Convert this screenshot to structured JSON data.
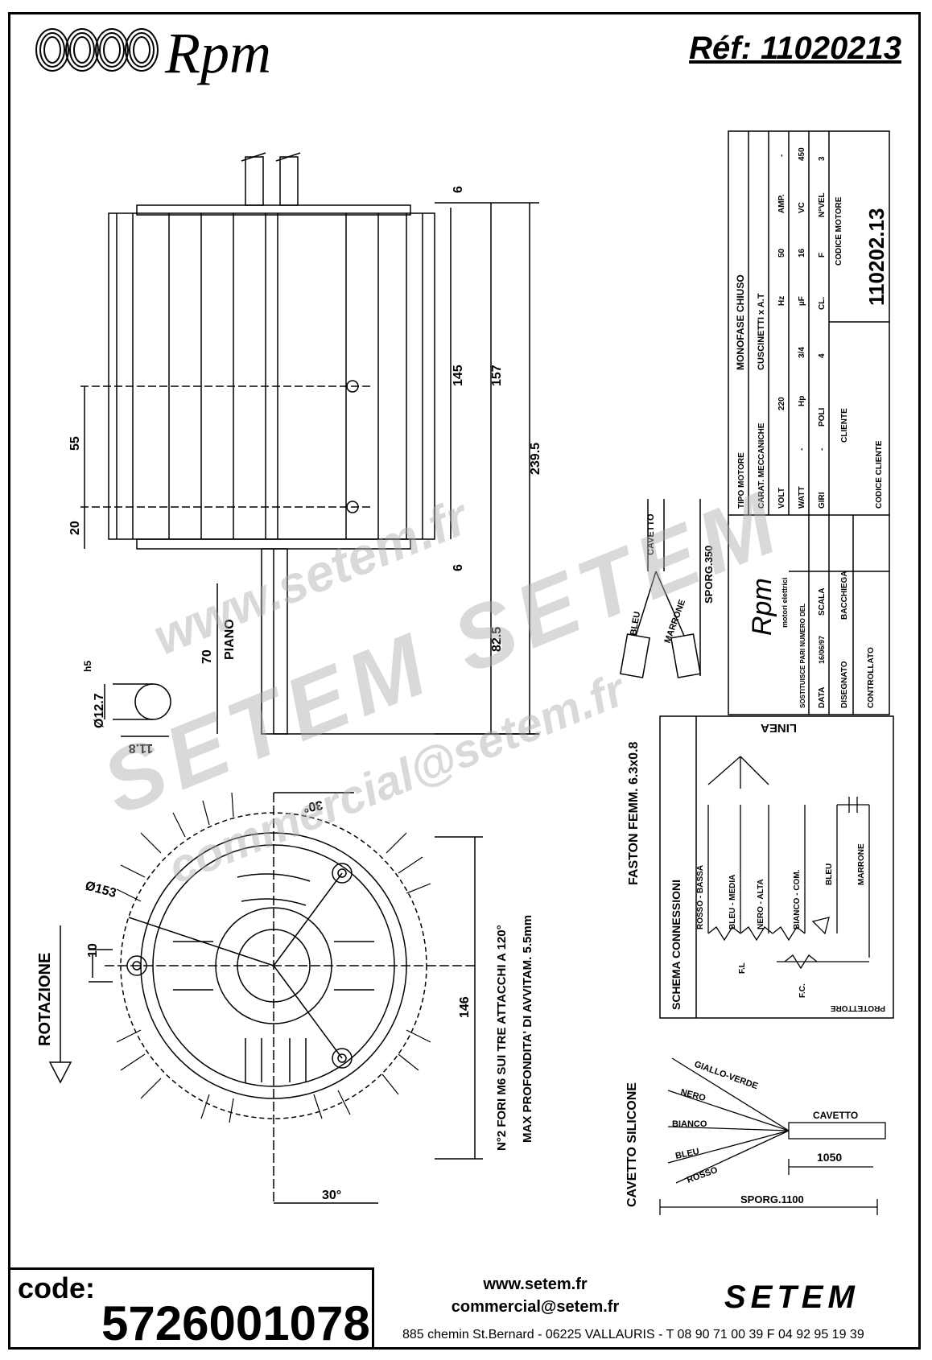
{
  "header": {
    "brand": "Rpm",
    "reference": "Réf: 11020213"
  },
  "drawing": {
    "dims": {
      "d6_top": "6",
      "d145": "145",
      "d157": "157",
      "d239": "239.5",
      "d55": "55",
      "d20": "20",
      "d6_bot": "6",
      "d82": "82.5",
      "d70": "70",
      "piano": "PIANO",
      "h5": "h5",
      "shaft_dia": "Ø12.7",
      "flat": "11.8",
      "d30_top": "30°",
      "d30_bot": "30°",
      "d153": "Ø153",
      "d10": "10",
      "d146": "146"
    },
    "rotation_label": "ROTAZIONE",
    "holes_note_1": "N°2 FORI M6 SUI TRE ATTACCHI A 120°",
    "holes_note_2": "MAX PROFONDITA' DI AVVITAM. 5.5mm"
  },
  "wiring": {
    "faston": "FASTON FEMM. 6.3x0.8",
    "cavetto": "CAVETTO",
    "bleu": "BLEU",
    "marrone": "MARRONE",
    "sporg350": "SPORG.350",
    "schema_title": "SCHEMA CONNESSIONI",
    "linea": "LINEA",
    "wires": [
      "ROSSO - BASSA",
      "BLEU - MEDIA",
      "NERO - ALTA",
      "BIANCO - COM.",
      "BLEU",
      "MARRONE"
    ],
    "fl": "F.L",
    "fc": "F.C.",
    "protettore": "PROTETTORE"
  },
  "cable": {
    "title": "CAVETTO SILICONE",
    "wires": [
      "GIALLO-VERDE",
      "NERO",
      "BIANCO",
      "BLEU",
      "ROSSO"
    ],
    "cavetto": "CAVETTO",
    "len1050": "1050",
    "sporg1100": "SPORG.1100"
  },
  "title_block": {
    "tipo_motore": "TIPO MOTORE",
    "tipo_val": "MONOFASE CHIUSO",
    "carat_mecc": "CARAT. MECCANICHE",
    "carat_val": "CUSCINETTI x A.T",
    "volt": "VOLT",
    "volt_val": "220",
    "hz": "Hz",
    "hz_val": "50",
    "amp": "AMP.",
    "amp_val": "-",
    "watt": "WATT",
    "watt_val": "-",
    "hp": "Hp",
    "hp_val": "3/4",
    "uf": "µF",
    "uf_val": "16",
    "vc": "VC",
    "vc_val": "450",
    "giri": "GIRI",
    "giri_val": "-",
    "poli": "POLI",
    "poli_val": "4",
    "cl": "CL.",
    "cl_val": "F",
    "nvel": "N°VEL",
    "nvel_val": "3",
    "cliente": "CLIENTE",
    "codice_motore": "CODICE MOTORE",
    "codice_motore_val": "110202.13",
    "codice_cliente": "CODICE CLIENTE",
    "sostituisce": "SOSTITUISCE PARI NUMERO DEL",
    "data": "DATA",
    "data_val": "16/06/97",
    "scala": "SCALA",
    "disegnato": "DISEGNATO",
    "disegnato_val": "BACCHIEGA",
    "controllato": "CONTROLLATO",
    "logo": "Rpm",
    "logo_sub": "motori elettrici"
  },
  "watermarks": {
    "url": "www.setem.fr",
    "brand": "SETEM SETEM",
    "email": "commercial@setem.fr"
  },
  "footer": {
    "code_label": "code:",
    "code": "5726001078",
    "website": "www.setem.fr",
    "email": "commercial@setem.fr",
    "address": "885 chemin St.Bernard  -  06225 VALLAURIS  -  T 08 90 71 00 39   F 04 92 95 19 39",
    "brand": "SETEM"
  }
}
